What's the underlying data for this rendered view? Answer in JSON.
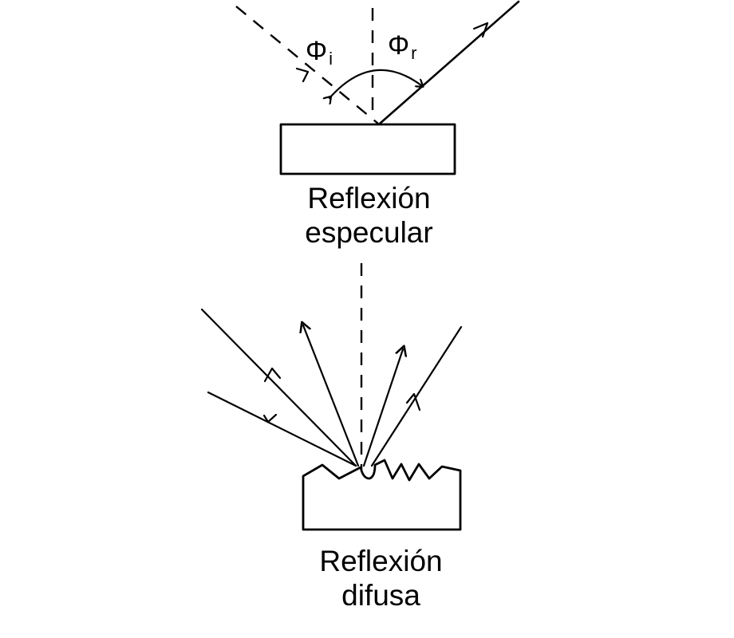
{
  "specular": {
    "caption_line1": "Reflexión",
    "caption_line2": "especular",
    "angle_incident": {
      "symbol": "Φ",
      "subscript": "i"
    },
    "angle_reflected": {
      "symbol": "Φ",
      "subscript": "r"
    }
  },
  "diffuse": {
    "caption_line1": "Reflexión",
    "caption_line2": "difusa"
  },
  "colors": {
    "ink": "#000000",
    "background": "#ffffff"
  }
}
